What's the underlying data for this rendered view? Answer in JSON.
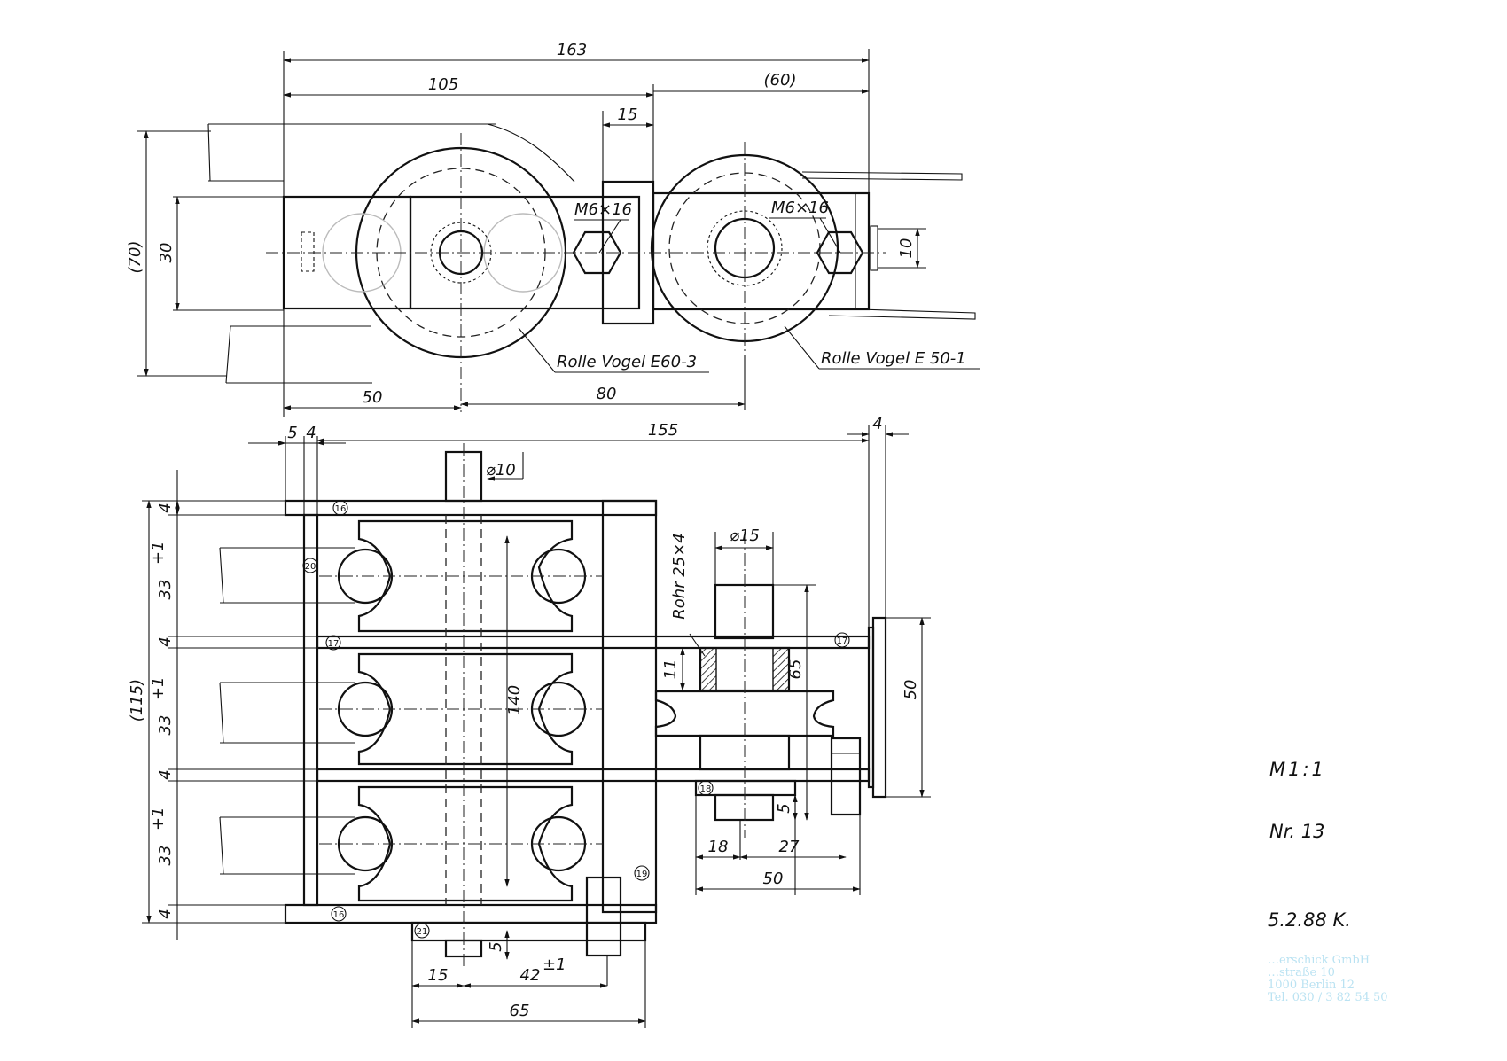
{
  "top_view": {
    "dims": {
      "overall_width": "163",
      "left_width": "105",
      "right_width": "(60)",
      "gap": "15",
      "height_overall": "(70)",
      "height_block": "30",
      "bolt_height": "10",
      "left_offset": "50",
      "axle_spacing": "80"
    },
    "bolt_left": "M6×16",
    "bolt_right": "M6×16",
    "roller_left": "Rolle Vogel E60-3",
    "roller_right": "Rolle Vogel E 50-1"
  },
  "front_view": {
    "dims": {
      "plate_left": "5",
      "plate_gap": "4",
      "width": "155",
      "plate_right": "4",
      "shaft_dia": "⌀10",
      "shaft_dia_right": "⌀15",
      "plate_thickness": [
        "4",
        "4",
        "4",
        "4"
      ],
      "roller_pitch": [
        "33",
        "33",
        "33"
      ],
      "tolerance": "+1",
      "height_overall": "(115)",
      "inner_140": "140",
      "tube": "Rohr 25×4",
      "spacer_11": "11",
      "spacer_65": "65",
      "flange_50": "50",
      "bottom_5": "5",
      "bottom_15": "15",
      "bottom_42": "42",
      "bottom_42_tol": "±1",
      "bottom_65": "65",
      "right_5": "5",
      "right_18": "18",
      "right_27": "27",
      "right_50": "50"
    },
    "parts": {
      "top_plate": "16",
      "side_plate": "20",
      "mid_plate": "17",
      "mid_plate_right": "17",
      "right_plate": "19",
      "base_plate": "16",
      "foot_plate": "21",
      "arm_bracket": "18"
    }
  },
  "notes": {
    "scale": "M1:1",
    "number": "Nr. 13",
    "date": "5.2.88 K."
  },
  "stamp": {
    "line1": "…erschick GmbH",
    "line2": "…straße 10",
    "line3": "1000 Berlin 12",
    "line4": "Tel. 030 / 3 82 54 50"
  }
}
